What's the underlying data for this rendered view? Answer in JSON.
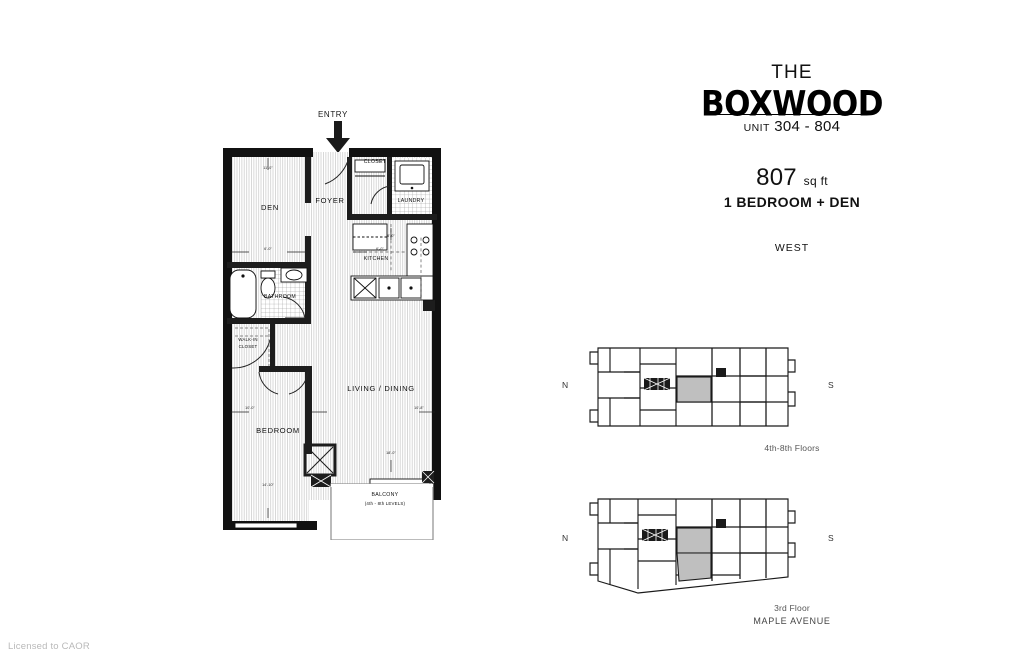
{
  "title_block": {
    "the_label": "THE",
    "brand_name": "BOXWOOD",
    "unit_prefix": "UNIT",
    "unit_range": "304 - 804",
    "area_value": "807",
    "area_unit": "sq ft",
    "unit_type": "1 BEDROOM + DEN",
    "exposure": "WEST"
  },
  "plan": {
    "entry_label": "ENTRY",
    "rooms": [
      {
        "name": "DEN",
        "label": "DEN"
      },
      {
        "name": "FOYER",
        "label": "FOYER"
      },
      {
        "name": "CLOSET",
        "label": "CLOSET"
      },
      {
        "name": "LAUNDRY",
        "label": "LAUNDRY"
      },
      {
        "name": "KITCHEN",
        "label": "KITCHEN"
      },
      {
        "name": "BATHROOM",
        "label": "BATHROOM"
      },
      {
        "name": "WALK-IN CLOSET",
        "label": "WALK-IN\nCLOSET"
      },
      {
        "name": "BEDROOM",
        "label": "BEDROOM"
      },
      {
        "name": "LIVING / DINING",
        "label": "LIVING / DINING"
      },
      {
        "name": "BALCONY",
        "label": "BALCONY"
      }
    ],
    "room_labels": {
      "den": "DEN",
      "foyer": "FOYER",
      "closet": "CLOSET",
      "laundry": "LAUNDRY",
      "kitchen": "KITCHEN",
      "bathroom": "BATHROOM",
      "walkin_line1": "WALK-IN",
      "walkin_line2": "CLOSET",
      "bedroom": "BEDROOM",
      "living_dining": "LIVING / DINING",
      "balcony": "BALCONY",
      "balcony_note": "(4th - 8th LEVELS)"
    },
    "dimensions": {
      "den_width": "11'-0\"",
      "den_depth": "6'-0\"",
      "kitchen_width": "6'-0\"",
      "kitchen_depth": "8'-0\"",
      "bedroom_width": "10'-0\"",
      "bedroom_depth": "14'-10\"",
      "living_width": "10'-8\"",
      "living_depth": "18'-0\""
    }
  },
  "keyplans": [
    {
      "name": "upper-floors-keyplan",
      "caption": "4th-8th Floors",
      "north_label": "N",
      "south_label": "S"
    },
    {
      "name": "third-floor-keyplan",
      "caption": "3rd Floor",
      "north_label": "N",
      "south_label": "S"
    }
  ],
  "street_label": "MAPLE AVENUE",
  "watermark": "Licensed to CAOR",
  "colors": {
    "wall": "#111111",
    "hatch": "#cccccc",
    "highlight_unit": "#bfbfbf",
    "caption_gray": "#555555",
    "watermark_gray": "#b9b9b9"
  }
}
